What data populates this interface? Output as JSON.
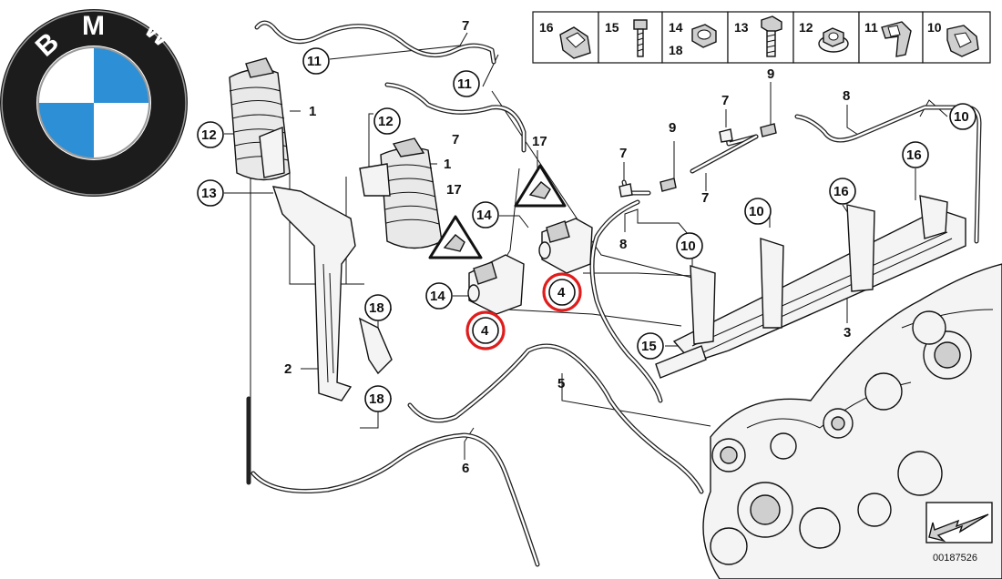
{
  "logo": {
    "letters": [
      "B",
      "M",
      "W"
    ],
    "colors": {
      "ring": "#1c1c1c",
      "blue": "#2d8fd6",
      "white": "#ffffff",
      "trim": "#9a9a9a"
    }
  },
  "legend": {
    "cells": [
      {
        "numbers": [
          "16"
        ],
        "icon": "spring-clip-icon"
      },
      {
        "numbers": [
          "15"
        ],
        "icon": "screw-icon"
      },
      {
        "numbers": [
          "14",
          "18"
        ],
        "icon": "hex-nut-icon"
      },
      {
        "numbers": [
          "13"
        ],
        "icon": "hex-bolt-icon"
      },
      {
        "numbers": [
          "12"
        ],
        "icon": "flange-nut-icon"
      },
      {
        "numbers": [
          "11"
        ],
        "icon": "bracket-clip-icon"
      },
      {
        "numbers": [
          "10"
        ],
        "icon": "cable-clip-icon"
      }
    ]
  },
  "callouts": {
    "c11a": "11",
    "c11b": "11",
    "c7a": "7",
    "c12a": "12",
    "c1a": "1",
    "c12b": "12",
    "c7b": "7",
    "c1b": "1",
    "c13": "13",
    "c17a": "17",
    "c17b": "17",
    "c14a": "14",
    "c14b": "14",
    "c4a": "4",
    "c4b": "4",
    "c18a": "18",
    "c18b": "18",
    "c2": "2",
    "c5": "5",
    "c6": "6",
    "c9a": "9",
    "c7c": "7",
    "c8a": "8",
    "c10a": "10",
    "c7d": "7",
    "c9b": "9",
    "c16a": "16",
    "c7e": "7",
    "c10b": "10",
    "c16b": "16",
    "c8b": "8",
    "c10c": "10",
    "c3": "3",
    "c15": "15"
  },
  "highlighted_callouts": [
    "4",
    "4"
  ],
  "highlight_color": "#e01c1c",
  "reference_number": "00187526",
  "icons": {
    "direction_arrow": "front-direction-arrow-icon",
    "warning": "warning-triangle-icon"
  }
}
